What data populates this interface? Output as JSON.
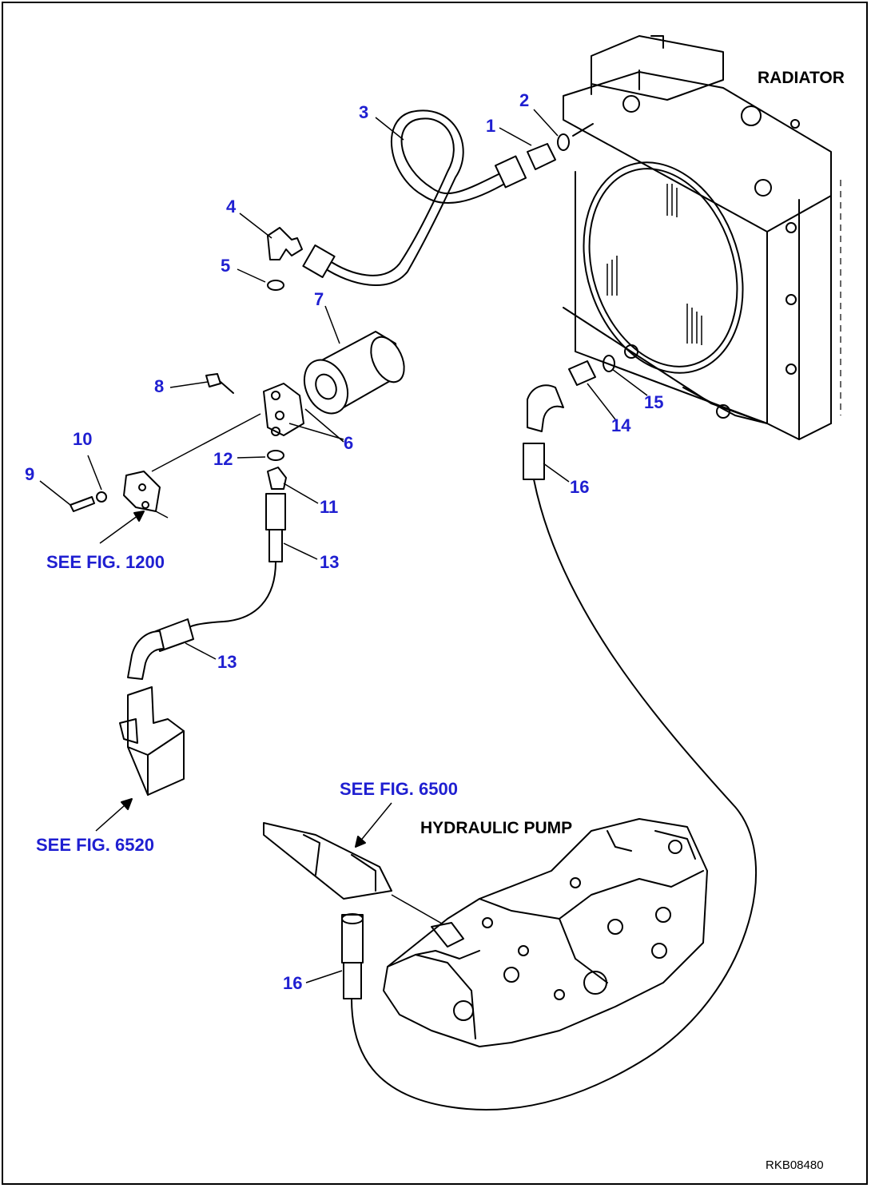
{
  "components": {
    "radiator": "RADIATOR",
    "hydraulic_pump": "HYDRAULIC PUMP"
  },
  "references": {
    "fig_1200": "SEE FIG. 1200",
    "fig_6520": "SEE FIG. 6520",
    "fig_6500": "SEE FIG. 6500"
  },
  "callouts": [
    "1",
    "2",
    "3",
    "4",
    "5",
    "7",
    "8",
    "6",
    "10",
    "9",
    "12",
    "11",
    "13",
    "13",
    "15",
    "14",
    "16",
    "16"
  ],
  "drawing_code": "RKB08480",
  "colors": {
    "callout": "#1f1fd1",
    "line": "#000000"
  }
}
